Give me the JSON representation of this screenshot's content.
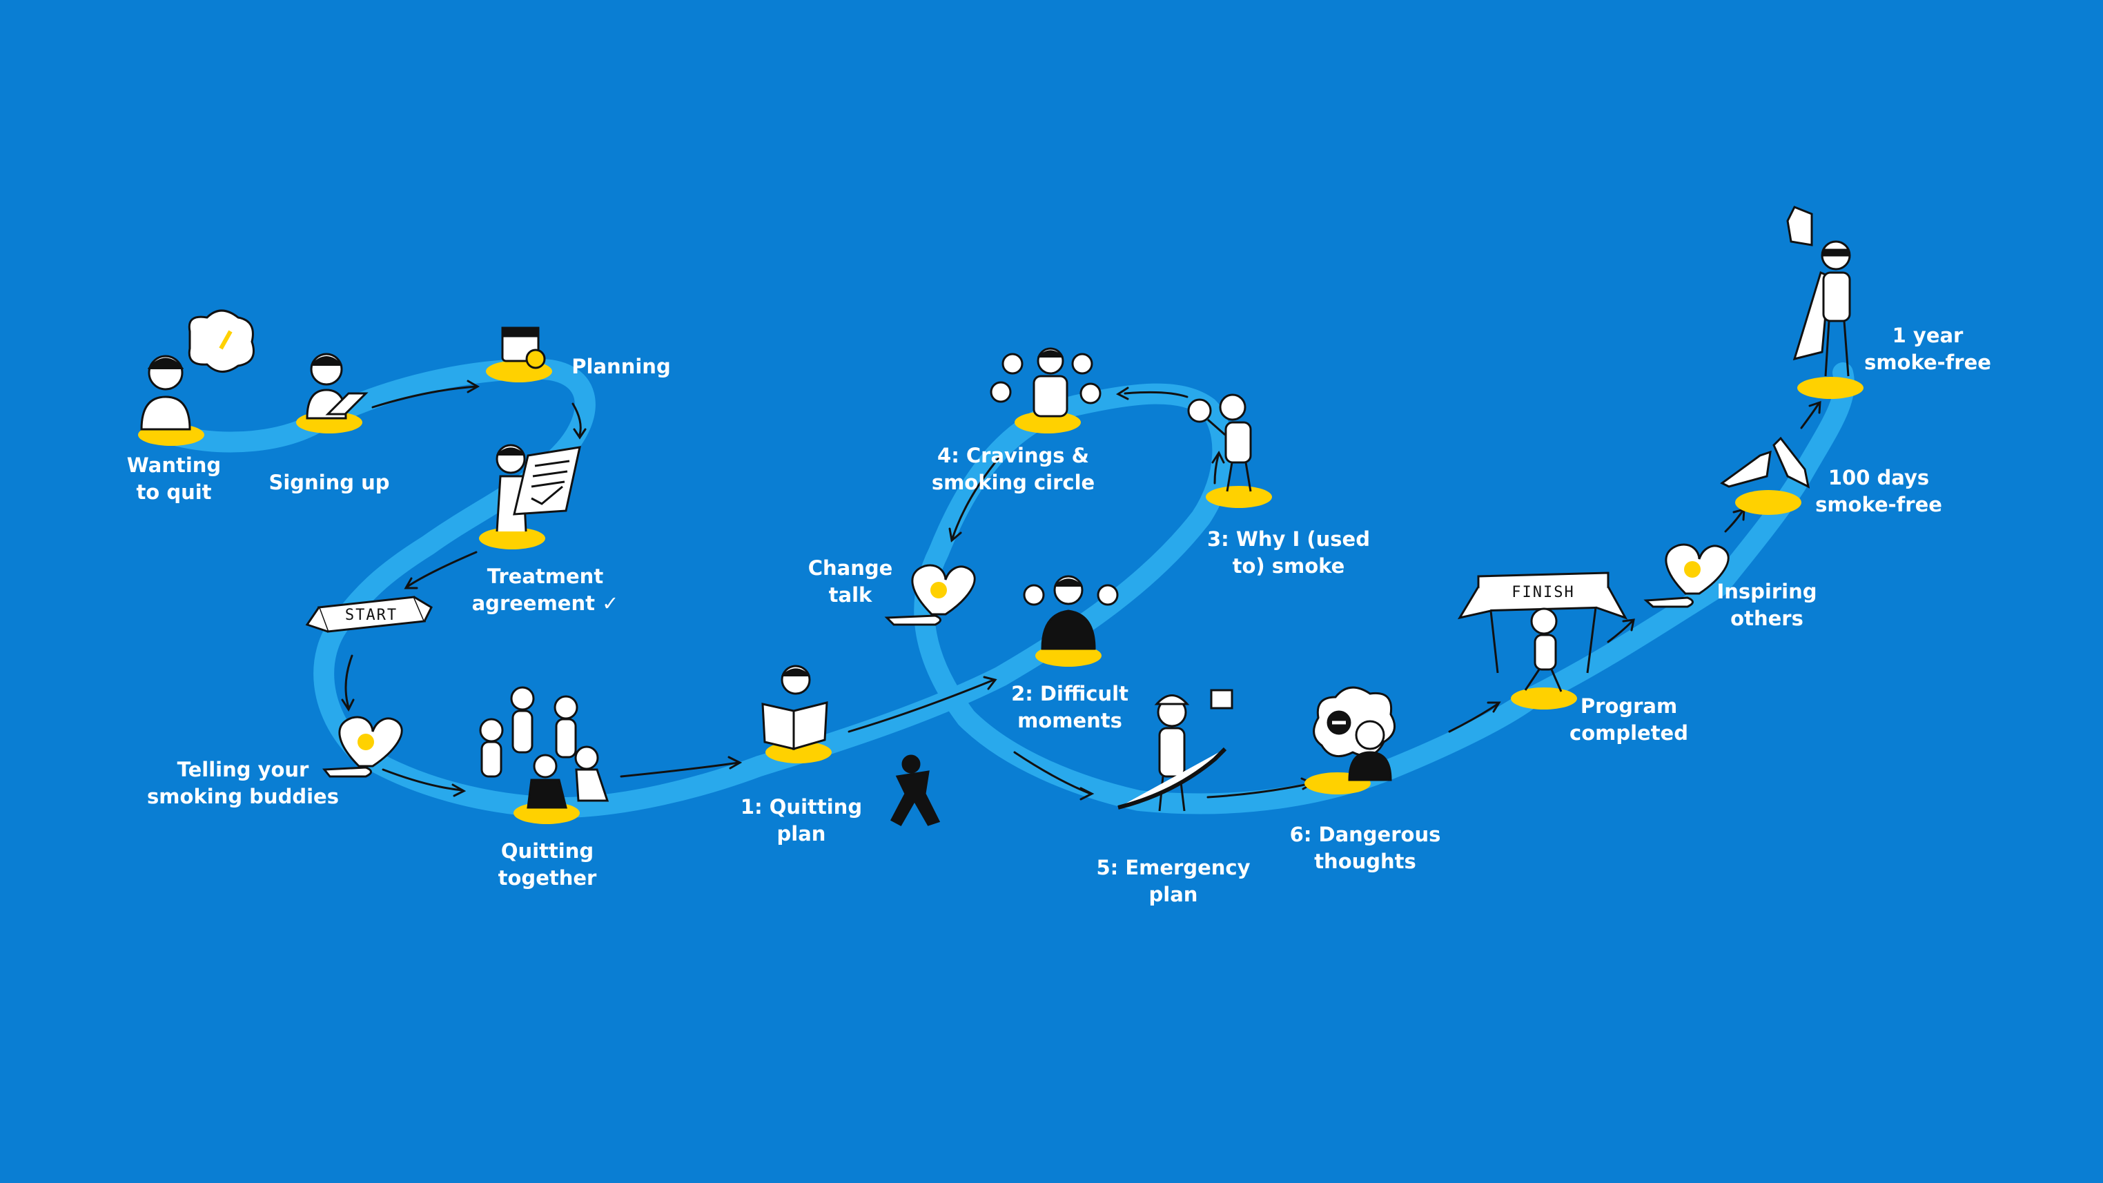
{
  "colors": {
    "background": "#0A7ED3",
    "path": "#29A9EC",
    "marker": "#FFD100",
    "ink": "#111111",
    "label": "#FFFFFF"
  },
  "banners": {
    "start": "START",
    "finish": "FINISH"
  },
  "steps": [
    {
      "id": "wanting",
      "label": "Wanting\nto quit",
      "icon": "thinking-person-icon"
    },
    {
      "id": "signing",
      "label": "Signing up",
      "icon": "laptop-person-icon"
    },
    {
      "id": "planning",
      "label": "Planning",
      "icon": "calendar-icon"
    },
    {
      "id": "treatment",
      "label": "Treatment\nagreement ✓",
      "icon": "signed-document-icon"
    },
    {
      "id": "telling",
      "label": "Telling your\nsmoking buddies",
      "icon": "heart-hand-icon"
    },
    {
      "id": "together",
      "label": "Quitting\ntogether",
      "icon": "group-icon"
    },
    {
      "id": "quitplan",
      "label": "1: Quitting\nplan",
      "icon": "reading-person-icon"
    },
    {
      "id": "changetalk",
      "label": "Change\ntalk",
      "icon": "heart-hand-icon"
    },
    {
      "id": "cravings",
      "label": "4: Cravings &\nsmoking circle",
      "icon": "crowd-icon"
    },
    {
      "id": "why",
      "label": "3: Why I (used\nto) smoke",
      "icon": "magnifier-person-icon"
    },
    {
      "id": "difficult",
      "label": "2: Difficult\nmoments",
      "icon": "shrugging-person-icon"
    },
    {
      "id": "emergency",
      "label": "5: Emergency\nplan",
      "icon": "firefighter-icon"
    },
    {
      "id": "dangerous",
      "label": "6: Dangerous\nthoughts",
      "icon": "stop-thought-icon"
    },
    {
      "id": "completed",
      "label": "Program\ncompleted",
      "icon": "finish-runner-icon"
    },
    {
      "id": "inspiring",
      "label": "Inspiring\nothers",
      "icon": "heart-hand-icon"
    },
    {
      "id": "days100",
      "label": "100 days\nsmoke-free",
      "icon": "high-five-icon"
    },
    {
      "id": "year1",
      "label": "1 year\nsmoke-free",
      "icon": "superhero-icon"
    }
  ]
}
